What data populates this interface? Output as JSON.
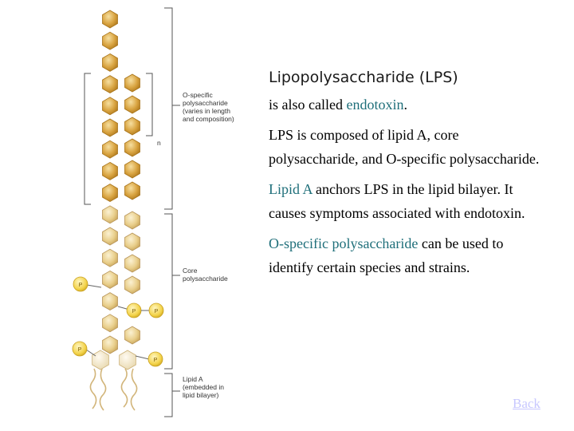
{
  "text": {
    "title": "Lipopolysaccharide (LPS)",
    "p1_prefix": "is also called ",
    "p1_highlight": "endotoxin",
    "p1_suffix": ".",
    "p2": "LPS is composed of lipid A, core polysaccharide, and O-specific polysaccharide.",
    "p3_highlight": "Lipid A",
    "p3_rest": " anchors LPS in the lipid bilayer.  It causes symptoms associated with endotoxin.",
    "p4_highlight": "O-specific polysaccharide",
    "p4_rest": " can be used to identify certain species and strains."
  },
  "diagram": {
    "o_specific_label": [
      "O-specific",
      "polysaccharide",
      "(varies in length",
      "and composition)"
    ],
    "repeat_n": "n",
    "core_label": [
      "Core",
      "polysaccharide"
    ],
    "lipid_a_label": [
      "Lipid A",
      "(embedded in",
      "lipid bilayer)"
    ],
    "phosphate_symbol": "P"
  },
  "nav": {
    "back_label": "Back"
  },
  "colors": {
    "highlight": "#1f6f7a",
    "sugar": "#d9a441",
    "phosphate": "#f3d34a",
    "link": "#c7c7ff"
  }
}
